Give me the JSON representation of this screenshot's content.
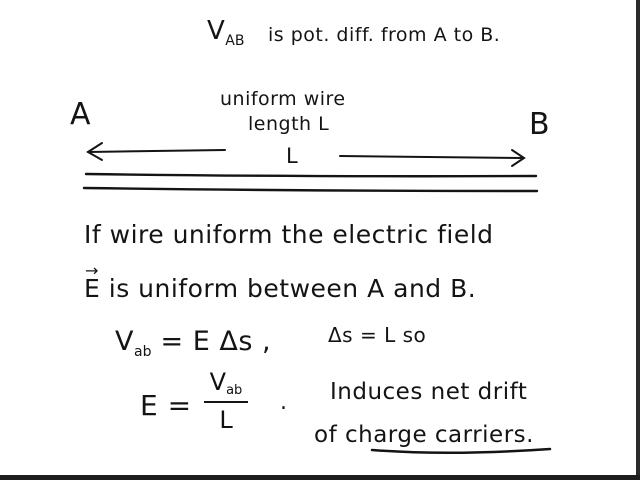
{
  "notes": {
    "line1_v": "V",
    "line1_sub": "AB",
    "line1_text": "is pot. diff. from A to B.",
    "label_a": "A",
    "label_b": "B",
    "label_uniform_wire": "uniform wire",
    "label_length": "length L",
    "label_l": "L",
    "line2": "If wire uniform the electric field",
    "line3_e": "E",
    "line3_text": "is uniform between A and B.",
    "eq1_v": "V",
    "eq1_sub": "ab",
    "eq1_rhs": "= E Δs ,",
    "eq1_cond": "Δs = L so",
    "eq2_lhs": "E =",
    "eq2_num_v": "V",
    "eq2_num_sub": "ab",
    "eq2_den": "L",
    "eq2_dot": ".",
    "note1": "Induces net drift",
    "note2": "of charge carriers."
  }
}
